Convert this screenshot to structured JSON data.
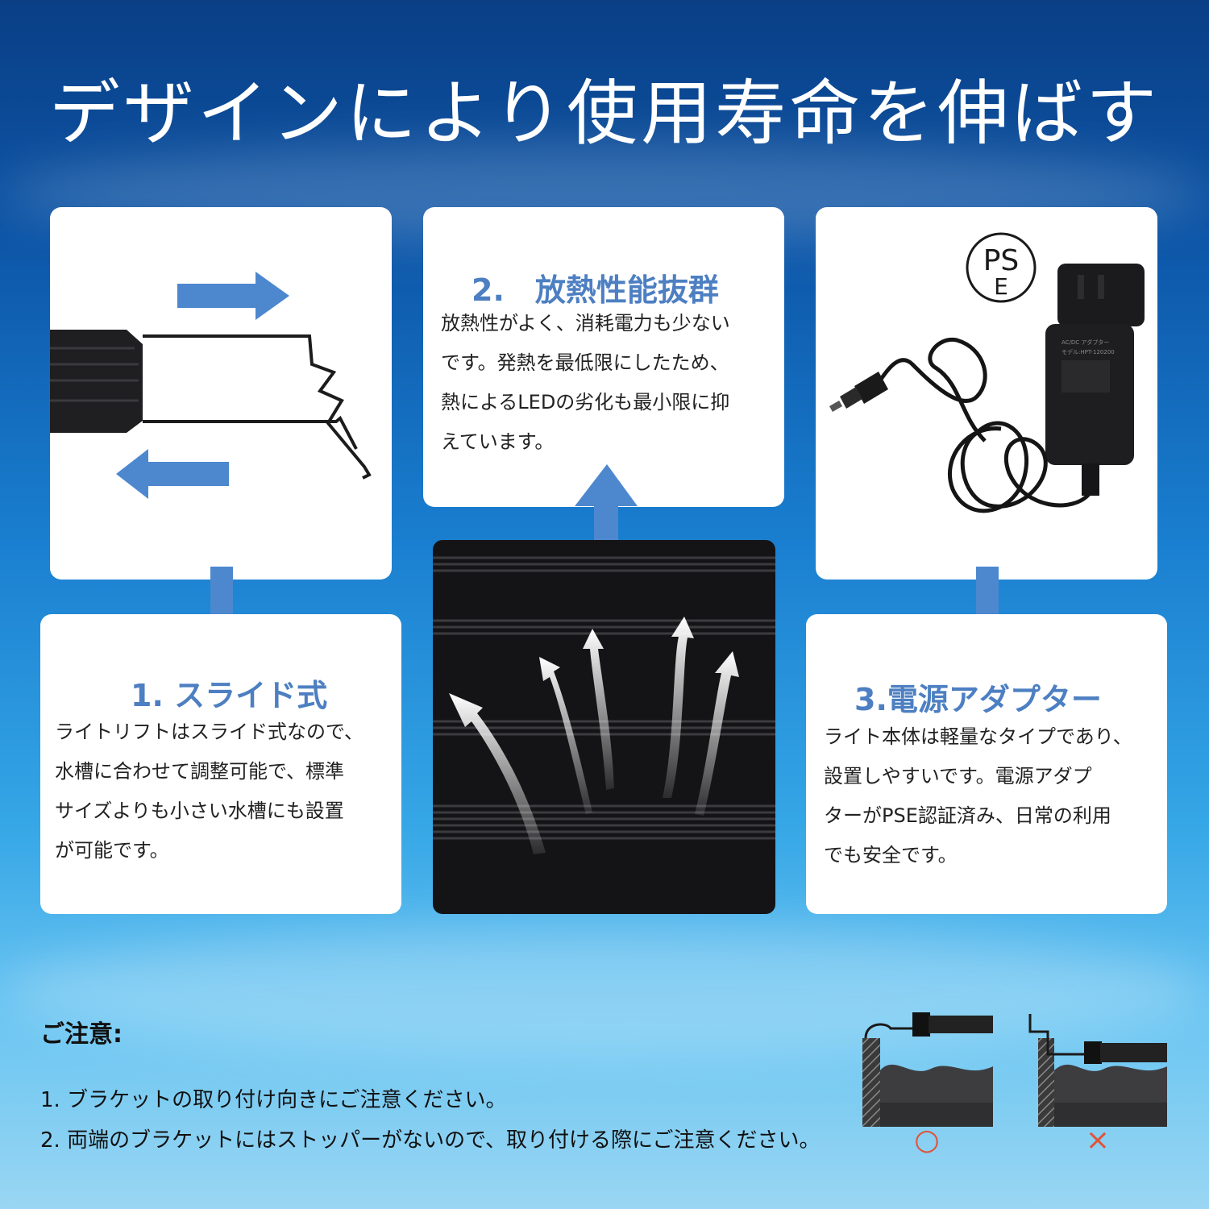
{
  "header": {
    "title": "デザインにより使用寿命を伸ばす"
  },
  "sections": [
    {
      "heading": "1. スライド式",
      "lines": [
        "ライトリフトはスライド式なので、",
        "水槽に合わせて調整可能で、標準",
        "サイズよりも小さい水槽にも設置",
        "が可能です。"
      ]
    },
    {
      "heading": "2.　放熱性能抜群",
      "lines": [
        "放熱性がよく、消耗電力も少ない",
        "です。発熱を最低限にしたため、",
        "熱によるLEDの劣化も最小限に抑",
        "えています。"
      ]
    },
    {
      "heading": "3.電源アダプター",
      "lines": [
        "ライト本体は軽量なタイプであり、",
        "設置しやすいです。電源アダプ",
        "ターがPSE認証済み、日常の利用",
        "でも安全です。"
      ]
    }
  ],
  "pse_mark": {
    "line1": "PS",
    "line2": "E"
  },
  "adapter_label": {
    "line1": "AC/DC アダプター",
    "line2": "モデル:HPT-120200"
  },
  "notes": {
    "title": "ご注意:",
    "items": [
      "1. ブラケットの取り付け向きにご注意ください。",
      "2. 両端のブラケットにはストッパーがないので、取り付ける際にご注意ください。"
    ]
  },
  "diagram": {
    "correct_mark": "○",
    "wrong_mark": "×"
  },
  "colors": {
    "accent_blue": "#4d88cf",
    "heading_blue": "#4d7fc2",
    "mark_red": "#e0533a"
  }
}
